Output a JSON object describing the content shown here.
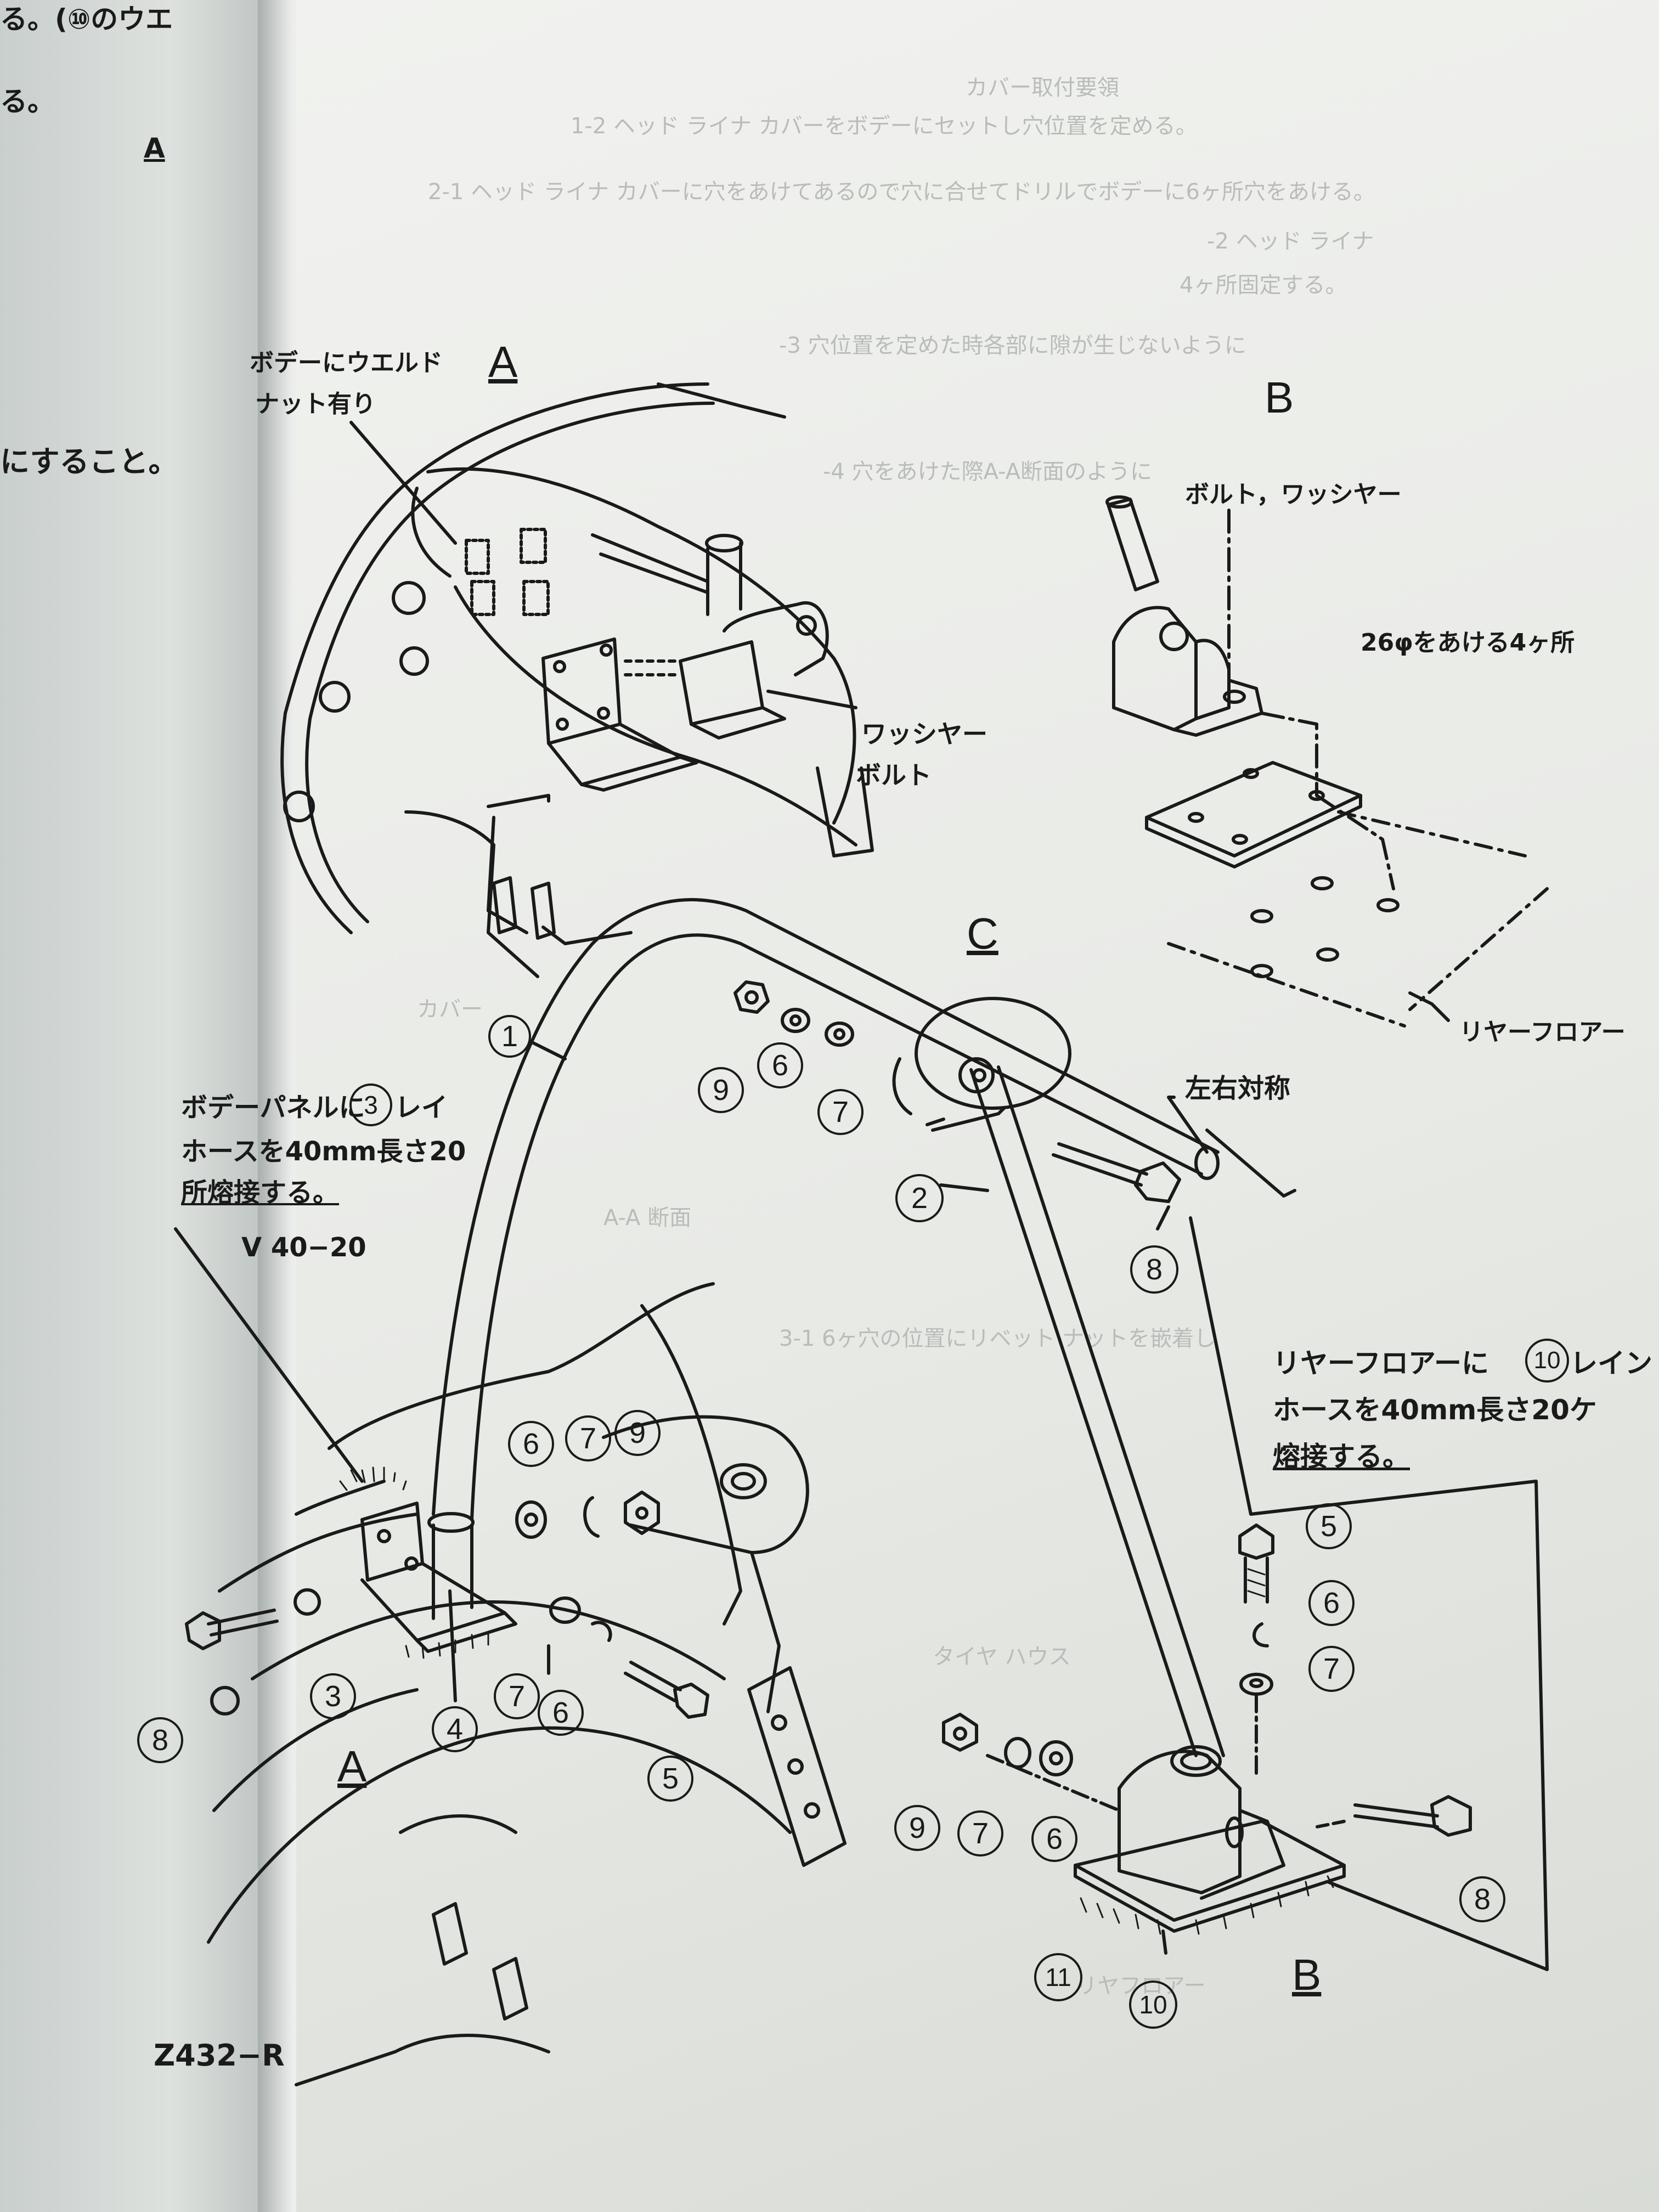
{
  "left_page": {
    "line1": "る。(⑩のウエ",
    "line2": "る。",
    "view_ref": "A",
    "line3": "にすること。"
  },
  "ghost_text": [
    "カバー取付要領",
    "1-2 ヘッド ライナ カバーをボデーにセットし穴位置を定める。",
    "2-1 ヘッド ライナ カバーに穴をあけてあるので穴に合せてドリルでボデーに6ヶ所穴をあける。",
    "-2 ヘッド ライナ",
    "4ヶ所固定する。",
    "-3 穴位置を定めた時各部に隙が生じないように",
    "-4 穴をあけた際A-A断面のように",
    "A-A 断面",
    "3-1 6ヶ穴の位置にリベット ナットを嵌着し",
    "タイヤ ハウス",
    "リヤフロアー",
    "カバー"
  ],
  "views": {
    "a_top": "A",
    "b_top": "B",
    "c": "C",
    "a_bottom": "A",
    "b_bottom": "B"
  },
  "labels": {
    "weld_nut": [
      "ボデーにウエルド",
      "ナット有り"
    ],
    "washer": "ワッシヤー",
    "bolt": "ボルト",
    "bolt_washer_b": "ボルト，ワッシヤー",
    "holes": "26φをあける4ヶ所",
    "rear_floor": "リヤーフロアー",
    "symmetric": "左右対称",
    "body_panel": [
      "ボデーパネルに",
      "レイ",
      "ホースを40mm長さ20",
      "所熔接する。"
    ],
    "body_panel_part": "3",
    "v_code": "V 40−20",
    "rear_floor_note": [
      "リヤーフロアーに",
      "レイン",
      "ホースを40mm長さ20ケ",
      "熔接する。"
    ],
    "rear_floor_part": "10",
    "doc_code": "Z432−R"
  },
  "callouts": [
    "1",
    "2",
    "3",
    "4",
    "5",
    "6",
    "7",
    "8",
    "9",
    "10",
    "11"
  ],
  "colors": {
    "ink": "#1a1a1a",
    "paper": "#eceee9",
    "ghost": "#b9bdb9"
  }
}
